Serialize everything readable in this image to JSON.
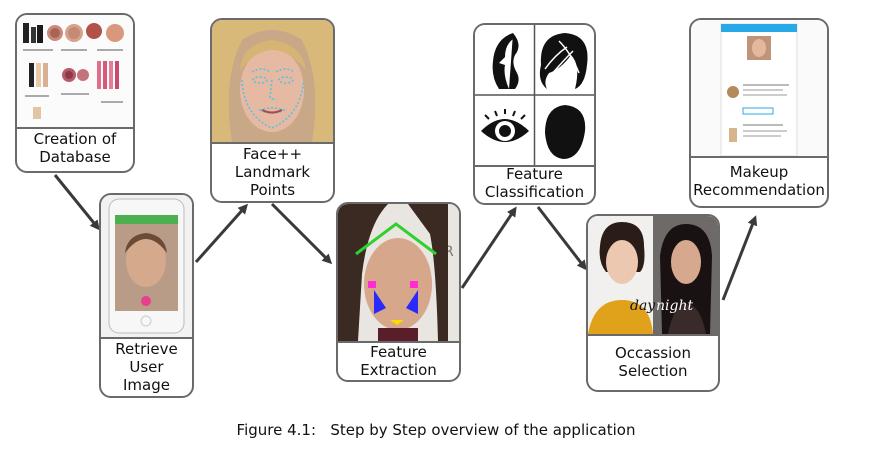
{
  "steps": [
    {
      "id": "database",
      "label": "Creation of\nDatabase"
    },
    {
      "id": "retrieve",
      "label": "Retrieve\nUser\nImage"
    },
    {
      "id": "landmarks",
      "label": "Face++\nLandmark\nPoints"
    },
    {
      "id": "extraction",
      "label": "Feature\nExtraction"
    },
    {
      "id": "classification",
      "label": "Feature\nClassification"
    },
    {
      "id": "occasion",
      "label": "Occassion\nSelection"
    },
    {
      "id": "recommendation",
      "label": "Makeup\nRecommendation"
    }
  ],
  "occasion_tags": {
    "day": "day",
    "night": "night"
  },
  "caption": "Figure 4.1:   Step by Step overview of the application",
  "colors": {
    "border": "#6a6a6a",
    "arrow": "#3a3a3a",
    "phone_green": "#4caf50",
    "recommend_blue": "#29a8e8"
  }
}
